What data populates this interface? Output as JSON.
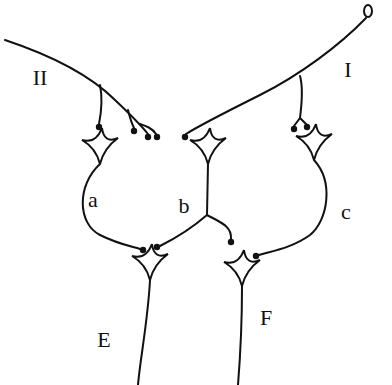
{
  "diagram": {
    "labels": [
      "II",
      "I",
      "a",
      "b",
      "c",
      "E",
      "F"
    ]
  }
}
